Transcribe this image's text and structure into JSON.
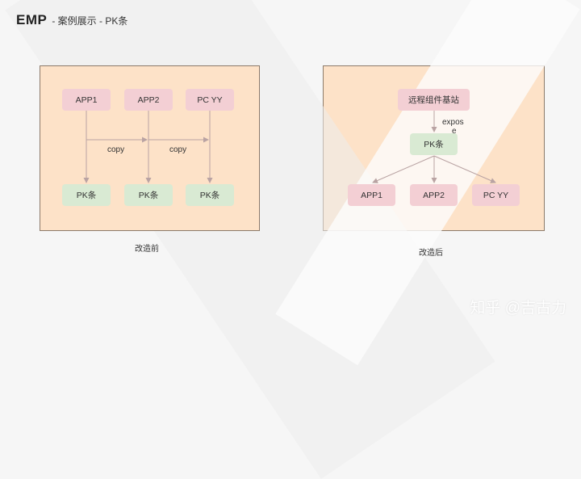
{
  "header": {
    "brand": "EMP",
    "subtitle": "- 案例展示 - PK条"
  },
  "before": {
    "nodes": {
      "app1": "APP1",
      "app2": "APP2",
      "pcyy": "PC YY",
      "pk1": "PK条",
      "pk2": "PK条",
      "pk3": "PK条"
    },
    "edge_labels": {
      "copy1": "copy",
      "copy2": "copy"
    },
    "caption": "改造前"
  },
  "after": {
    "nodes": {
      "remote": "远程组件基站",
      "pk": "PK条",
      "app1": "APP1",
      "app2": "APP2",
      "pcyy": "PC YY"
    },
    "edge_labels": {
      "expose_line1": "expos",
      "expose_line2": "e"
    },
    "caption": "改造后"
  },
  "watermark": "知乎 @吉古力",
  "colors": {
    "panel_fill": "#fde2c8",
    "panel_border": "#8c7a6a",
    "node_pink": "#f3cfd4",
    "node_green": "#d9ead3",
    "arrow": "#b9a3a3"
  }
}
